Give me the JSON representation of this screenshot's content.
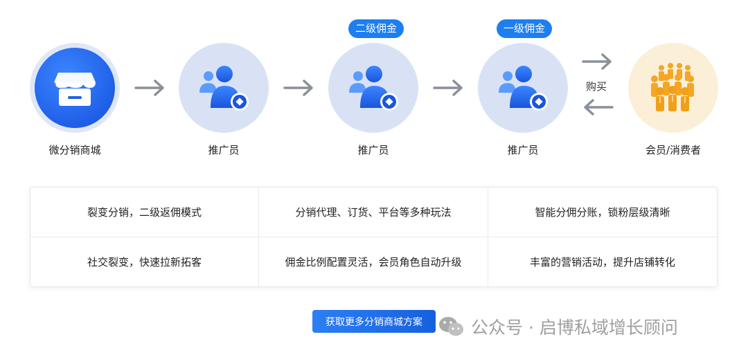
{
  "flow": {
    "nodes": [
      {
        "id": "store",
        "label": "微分销商城",
        "icon": "store-icon"
      },
      {
        "id": "promoter1",
        "label": "推广员",
        "icon": "users-coin-icon"
      },
      {
        "id": "promoter2",
        "label": "推广员",
        "icon": "users-coin-icon",
        "badge": "二级佣金"
      },
      {
        "id": "promoter3",
        "label": "推广员",
        "icon": "users-coin-icon",
        "badge": "一级佣金"
      },
      {
        "id": "consumer",
        "label": "会员/消费者",
        "icon": "crowd-icon"
      }
    ],
    "buy_label": "购买"
  },
  "features": [
    "裂变分销，二级返佣模式",
    "分销代理、订货、平台等多种玩法",
    "智能分佣分账，锁粉层级清晰",
    "社交裂变，快速拉新拓客",
    "佣金比例配置灵活，会员角色自动升级",
    "丰富的营销活动，提升店铺转化"
  ],
  "cta_label": "获取更多分销商城方案",
  "watermark": "公众号 · 启博私域增长顾问",
  "colors": {
    "primary_blue": "#1f5fe8",
    "badge_blue": "#1d7ef0",
    "node_bg": "#d9e2f5",
    "consumer_bg": "#fbefd8",
    "crowd_orange": "#f5a623",
    "arrow_gray": "#8a8f99"
  }
}
